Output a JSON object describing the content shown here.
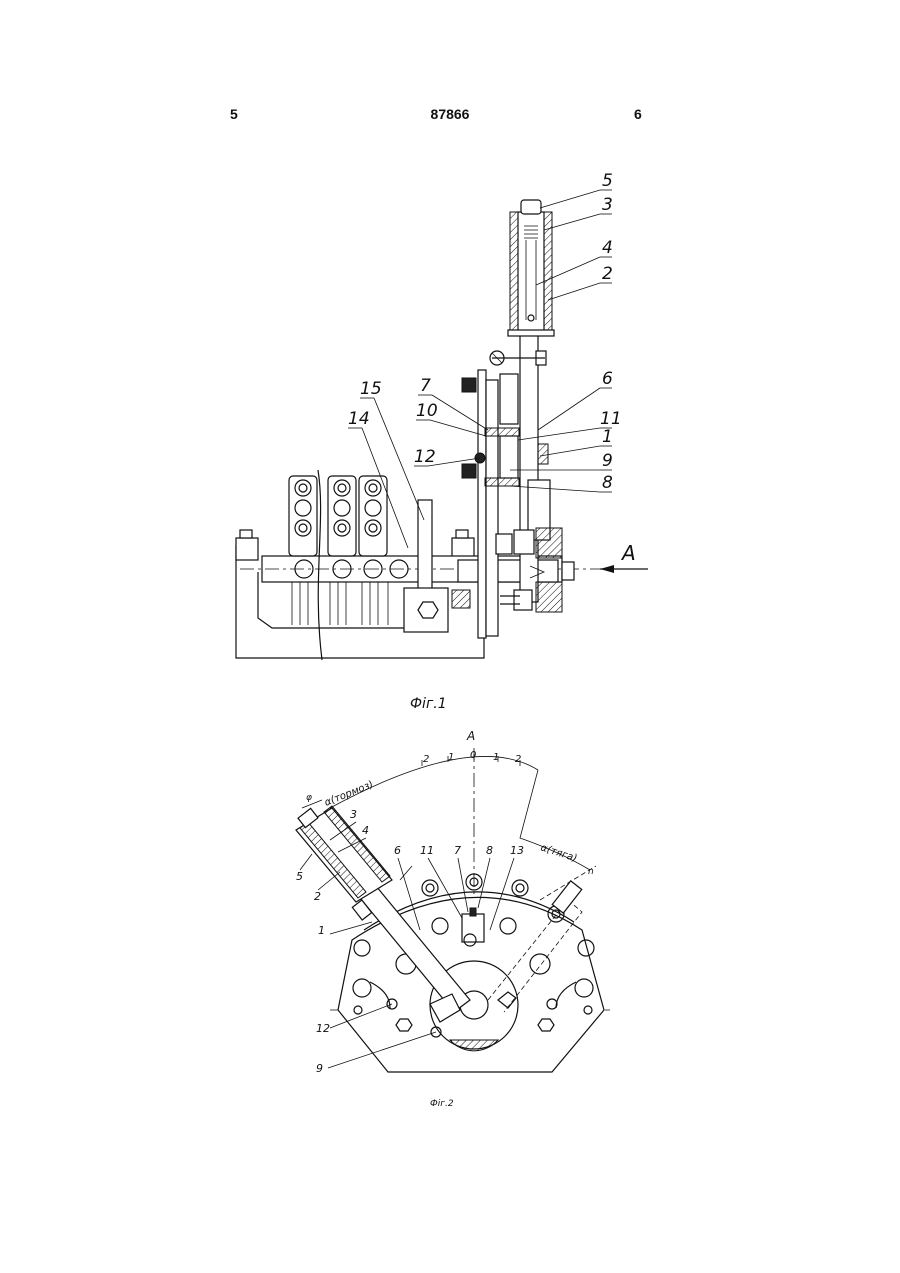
{
  "header": {
    "page_left": "5",
    "patent_number": "87866",
    "page_right": "6"
  },
  "figure1": {
    "caption": "Фіг.1",
    "view_arrow_label": "A",
    "callouts": [
      "5",
      "3",
      "4",
      "2",
      "6",
      "7",
      "10",
      "11",
      "1",
      "12",
      "9",
      "8",
      "15",
      "14"
    ]
  },
  "figure2": {
    "caption": "Фіг.2",
    "view_label": "A",
    "scale_ticks": [
      "2",
      "1",
      "0",
      "1",
      "2"
    ],
    "arc_label_brake": "α(тормоз)",
    "arc_label_traction": "α(тяга)",
    "small_dim": "φ",
    "small_n": "n",
    "callouts": [
      "3",
      "4",
      "5",
      "2",
      "6",
      "11",
      "7",
      "8",
      "13",
      "1",
      "12",
      "9"
    ]
  }
}
